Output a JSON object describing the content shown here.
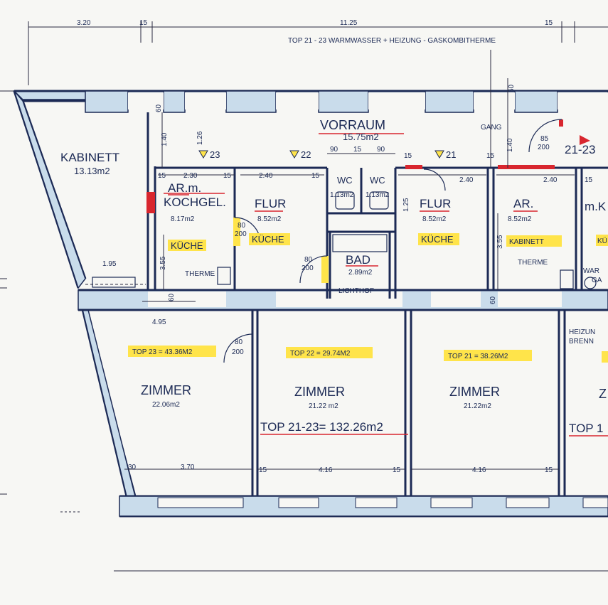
{
  "header_note": "TOP 21 - 23 WARMWASSER + HEIZUNG - GASKOMBITHERME",
  "dims_top": [
    "3.20",
    "15",
    "11.25",
    "15"
  ],
  "rooms": {
    "kabinett": {
      "name": "KABINETT",
      "area": "13.13m2"
    },
    "vorraum": {
      "name": "VORRAUM",
      "area": "15.75m2"
    },
    "gang": {
      "name": "GANG"
    },
    "ar_kochgel": {
      "name": "AR.m.",
      "name2": "KOCHGEL.",
      "area": "8.17m2",
      "use": "KÜCHE",
      "fixture": "THERME"
    },
    "flur23": {
      "name": "FLUR",
      "area": "8.52m2",
      "use": "KÜCHE"
    },
    "wc1": {
      "name": "WC",
      "area": "1.13m2"
    },
    "wc2": {
      "name": "WC",
      "area": "1.13m2"
    },
    "bad": {
      "name": "BAD",
      "area": "2.89m2"
    },
    "lichthof": {
      "name": "LICHTHOF"
    },
    "flur21": {
      "name": "FLUR",
      "area": "8.52m2",
      "use": "KÜCHE"
    },
    "ar21": {
      "name": "AR.",
      "area": "8.52m2",
      "use": "KABINETT",
      "fixture": "THERME"
    },
    "partial_right": {
      "name": "m.K",
      "use": "KÜ",
      "fixture": "WAR",
      "fixture2": "GA"
    },
    "zimmer23": {
      "name": "ZIMMER",
      "area": "22.06m2",
      "top": "TOP 23 = 43.36M2"
    },
    "zimmer22": {
      "name": "ZIMMER",
      "area": "21.22 m2",
      "top": "TOP 22 = 29.74M2"
    },
    "zimmer21": {
      "name": "ZIMMER",
      "area": "21.22m2",
      "top": "TOP 21 = 38.26M2"
    },
    "zimmer_right": {
      "name": "Z",
      "top": "TOP 1",
      "note1": "HEIZUN",
      "note2": "BRENN"
    }
  },
  "total": "TOP 21-23= 132.26m2",
  "unit_markers": [
    "23",
    "22",
    "21"
  ],
  "unit_tag": "21-23",
  "door_sizes": {
    "d1": "80",
    "d1b": "200",
    "d2": "80",
    "d2b": "200",
    "d3": "80",
    "d3b": "200",
    "d4": "85",
    "d4b": "200"
  },
  "dims": {
    "d_60a": "60",
    "d_140a": "1.40",
    "d_126": "1.26",
    "d_140b": "1.40",
    "d_60b": "60",
    "d_230": "2.30",
    "d_15a": "15",
    "d_15b": "15",
    "d_240a": "2.40",
    "d_15c": "15",
    "d_90a": "90",
    "d_15d": "15",
    "d_90b": "90",
    "d_15e": "15",
    "d_240b": "2.40",
    "d_240c": "2.40",
    "d_15f": "15",
    "d_15g": "15",
    "d_355a": "3.55",
    "d_125": "1.25",
    "d_355b": "3.55",
    "d_195": "1.95",
    "d_60c": "60",
    "d_495": "4.95",
    "d_60d": "60",
    "d_30": "30",
    "d_370": "3.70",
    "d_15h": "15",
    "d_416a": "4.16",
    "d_15i": "15",
    "d_416b": "4.16",
    "d_15j": "15"
  },
  "colors": {
    "ink": "#1c2a55",
    "window": "#c9dceb",
    "highlight": "#ffe44a",
    "redline": "#d8262e"
  }
}
